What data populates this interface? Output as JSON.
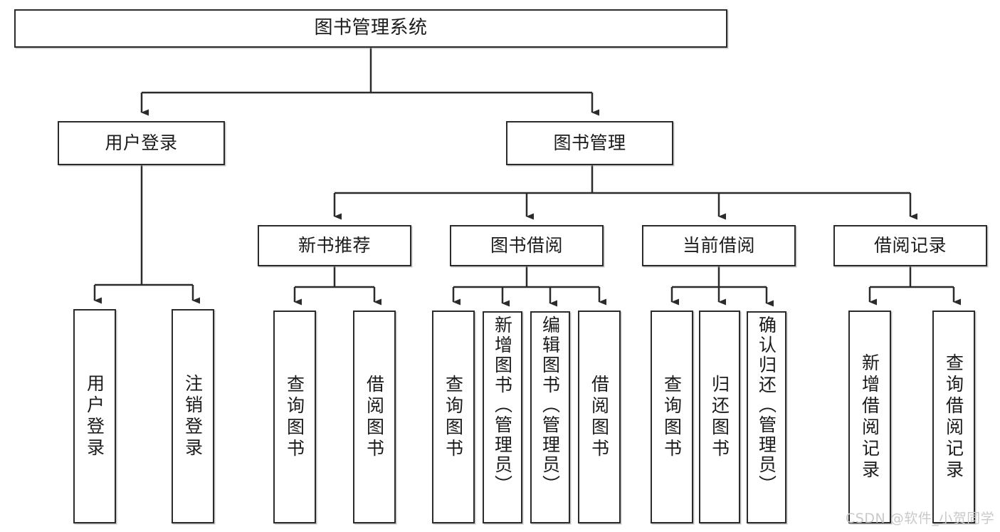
{
  "diagram": {
    "title": "图书管理系统",
    "type": "tree-structure-chart",
    "watermark": "CSDN @软件_小贺同学",
    "colors": {
      "stroke": "#2b2b2b",
      "fill": "#ffffff",
      "text": "#1b1b1b",
      "watermark": "#c9c9c9"
    },
    "nodes": {
      "root": {
        "label": "图书管理系统"
      },
      "level2": [
        {
          "label": "用户登录"
        },
        {
          "label": "图书管理"
        }
      ],
      "level3": [
        {
          "label": "新书推荐"
        },
        {
          "label": "图书借阅"
        },
        {
          "label": "当前借阅"
        },
        {
          "label": "借阅记录"
        }
      ],
      "leaves": {
        "user_login": [
          {
            "label": "用户登录"
          },
          {
            "label": "注销登录"
          }
        ],
        "new_book_recommend": [
          {
            "label": "查询图书"
          },
          {
            "label": "借阅图书"
          }
        ],
        "book_borrow": [
          {
            "label": "查询图书"
          },
          {
            "label": "新增图书（管理员）"
          },
          {
            "label": "编辑图书（管理员）"
          },
          {
            "label": "借阅图书"
          }
        ],
        "current_borrow": [
          {
            "label": "查询图书"
          },
          {
            "label": "归还图书"
          },
          {
            "label": "确认归还（管理员）"
          }
        ],
        "borrow_record": [
          {
            "label": "新增借阅记录"
          },
          {
            "label": "查询借阅记录"
          }
        ]
      }
    }
  }
}
